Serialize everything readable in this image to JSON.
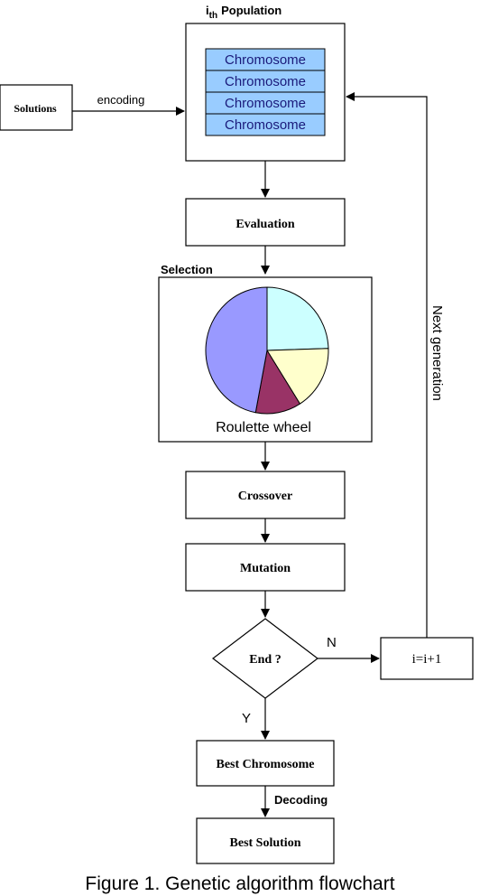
{
  "population": {
    "title_main": "i",
    "title_sub": "th",
    "title_rest": "Population",
    "chromosomes": [
      "Chromosome",
      "Chromosome",
      "Chromosome",
      "Chromosome"
    ]
  },
  "solutions": {
    "label": "Solutions"
  },
  "encoding": {
    "label": "encoding"
  },
  "evaluation": {
    "label": "Evaluation"
  },
  "selection": {
    "label": "Selection",
    "wheel_label": "Roulette wheel",
    "slices": [
      {
        "fraction": 0.245,
        "color": "#ccffff"
      },
      {
        "fraction": 0.165,
        "color": "#ffffcc"
      },
      {
        "fraction": 0.12,
        "color": "#993366"
      },
      {
        "fraction": 0.47,
        "color": "#9999ff"
      }
    ]
  },
  "crossover": {
    "label": "Crossover"
  },
  "mutation": {
    "label": "Mutation"
  },
  "end": {
    "label": "End ?",
    "no": "N",
    "yes": "Y"
  },
  "increment": {
    "label": "i=i+1"
  },
  "next_generation": {
    "label": "Next generation"
  },
  "best_chromosome": {
    "label": "Best Chromosome"
  },
  "decoding": {
    "label": "Decoding"
  },
  "best_solution": {
    "label": "Best Solution"
  },
  "caption": {
    "text": "Figure 1. Genetic algorithm flowchart"
  },
  "colors": {
    "chromosome_fill": "#99ccff",
    "line": "#000000"
  }
}
